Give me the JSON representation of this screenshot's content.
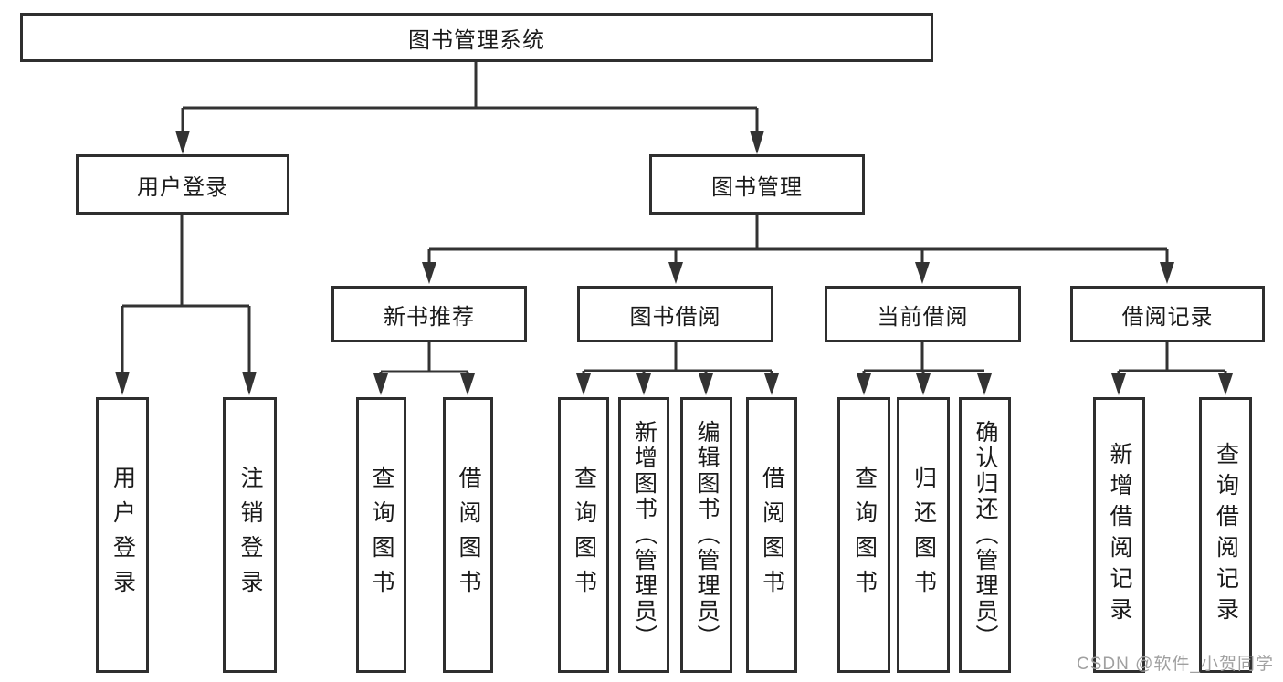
{
  "diagram": {
    "root": {
      "label": "图书管理系统"
    },
    "level2": [
      {
        "label": "用户登录"
      },
      {
        "label": "图书管理"
      }
    ],
    "level3": [
      {
        "label": "新书推荐"
      },
      {
        "label": "图书借阅"
      },
      {
        "label": "当前借阅"
      },
      {
        "label": "借阅记录"
      }
    ],
    "leaves": [
      {
        "label": "用户登录"
      },
      {
        "label": "注销登录"
      },
      {
        "label": "查询图书"
      },
      {
        "label": "借阅图书"
      },
      {
        "label": "查询图书"
      },
      {
        "label": "新增图书（管理员）"
      },
      {
        "label": "编辑图书（管理员）"
      },
      {
        "label": "借阅图书"
      },
      {
        "label": "查询图书"
      },
      {
        "label": "归还图书"
      },
      {
        "label": "确认归还（管理员）"
      },
      {
        "label": "新增借阅记录"
      },
      {
        "label": "查询借阅记录"
      }
    ],
    "colors": {
      "line": "#333333",
      "border": "#2f2f2f",
      "text": "#1a1a1a",
      "background": "#ffffff",
      "watermark": "#a0a0a0"
    },
    "watermark": "CSDN @软件_小贺同学"
  }
}
